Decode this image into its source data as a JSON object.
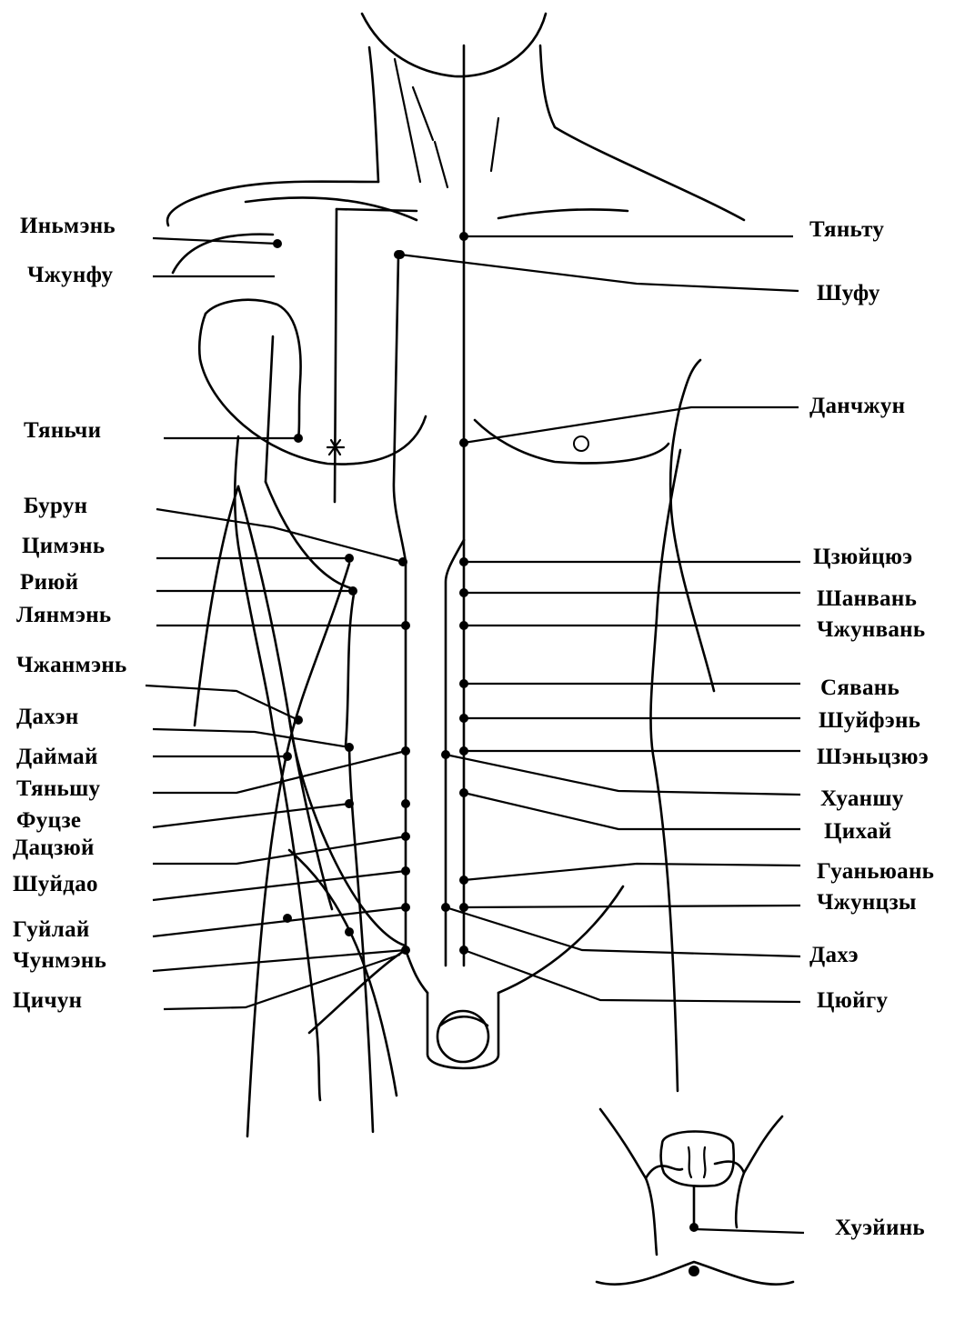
{
  "left_labels": [
    "Иньмэнь",
    "Чжунфу",
    "Тяньчи",
    "Бурун",
    "Цимэнь",
    "Риюй",
    "Лянмэнь",
    "Чжанмэнь",
    "Дахэн",
    "Даймай",
    "Тяньшу",
    "Фуцзе",
    "Дацзюй",
    "Шуйдао",
    "Гуйлай",
    "Чунмэнь",
    "Цичун"
  ],
  "right_labels": [
    "Тяньту",
    "Шуфу",
    "Данчжун",
    "Цзюйцюэ",
    "Шанвань",
    "Чжунвань",
    "Сявань",
    "Шуйфэнь",
    "Шэньцзюэ",
    "Хуаншу",
    "Цихай",
    "Гуаньюань",
    "Чжунцзы",
    "Дахэ",
    "Цюйгу"
  ],
  "inset_label": "Хуэйинь"
}
